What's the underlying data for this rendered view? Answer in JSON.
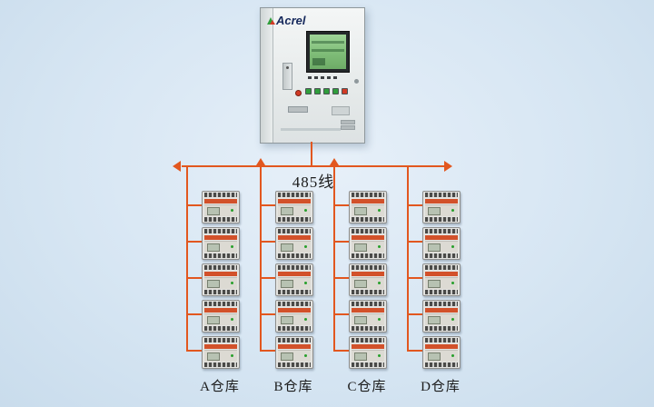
{
  "diagram": {
    "cabinet": {
      "brand": "Acrel"
    },
    "bus_label": "485线",
    "columns": [
      {
        "label": "A仓库"
      },
      {
        "label": "B仓库"
      },
      {
        "label": "C仓库"
      },
      {
        "label": "D仓库"
      }
    ],
    "devices_per_column": 5,
    "colors": {
      "wire": "#e2571f",
      "device_band": "#d2512a",
      "screen_green": "#85c47e",
      "background": "#d7e6f3"
    }
  }
}
